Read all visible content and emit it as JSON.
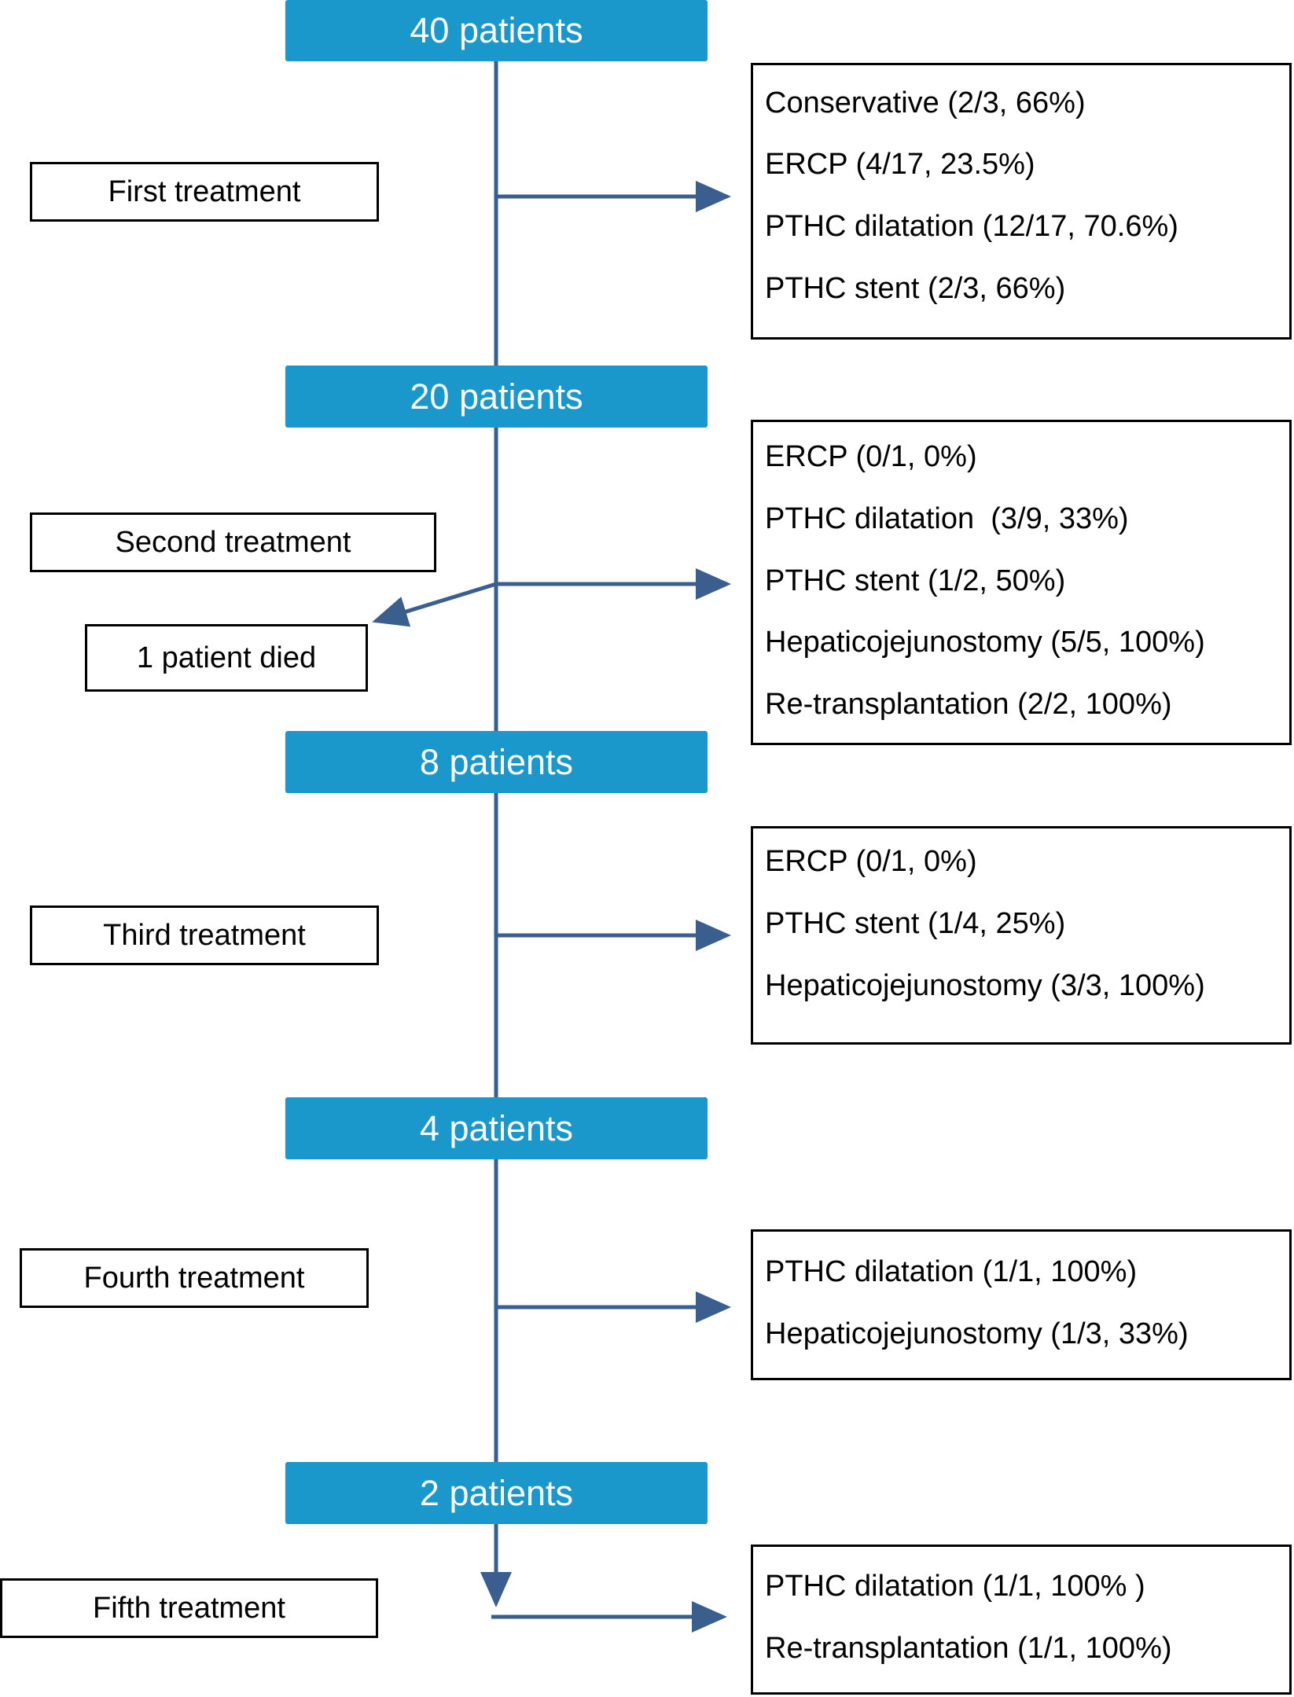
{
  "colors": {
    "patient_box_bg": "#1a97cb",
    "patient_box_text": "#ffffff",
    "connector": "#3a5f8e",
    "box_border": "#000000"
  },
  "patient_counts": [
    "40 patients",
    "20 patients",
    "8 patients",
    "4 patients",
    "2 patients"
  ],
  "treatments": [
    {
      "label": "First treatment",
      "outcomes": [
        "Conservative (2/3, 66%)",
        "ERCP (4/17, 23.5%)",
        "PTHC dilatation (12/17, 70.6%)",
        "PTHC stent (2/3, 66%)"
      ]
    },
    {
      "label": "Second treatment",
      "side_note": "1 patient died",
      "outcomes": [
        "ERCP (0/1, 0%)",
        "PTHC dilatation  (3/9, 33%)",
        "PTHC stent (1/2, 50%)",
        "Hepaticojejunostomy (5/5, 100%)",
        "Re-transplantation (2/2, 100%)"
      ]
    },
    {
      "label": "Third treatment",
      "outcomes": [
        "ERCP (0/1, 0%)",
        "PTHC stent (1/4, 25%)",
        "Hepaticojejunostomy (3/3, 100%)"
      ]
    },
    {
      "label": "Fourth treatment",
      "outcomes": [
        "PTHC dilatation (1/1, 100%)",
        "Hepaticojejunostomy (1/3, 33%)"
      ]
    },
    {
      "label": "Fifth treatment",
      "outcomes": [
        "PTHC dilatation (1/1, 100% )",
        "Re-transplantation (1/1, 100%)"
      ]
    }
  ]
}
